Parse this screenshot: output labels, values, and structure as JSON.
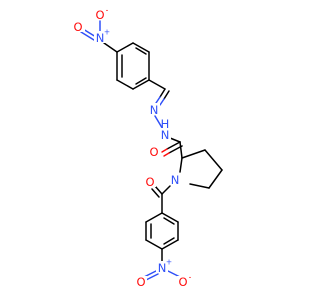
{
  "molecule": {
    "atom_labels": {
      "nitro_top_o_left": "O",
      "nitro_top_n": "N",
      "nitro_top_o_right": "O",
      "hydrazone_n1": "N",
      "hydrazone_n2": "N",
      "hydrazide_h": "H",
      "amide_o": "O",
      "ring_n": "N",
      "benzoyl_o": "O",
      "nitro_bottom_n": "N",
      "nitro_bottom_o_left": "O",
      "nitro_bottom_o_right": "O"
    },
    "charges": {
      "nitro_top_o_minus": "-",
      "nitro_top_n_plus": "+",
      "nitro_bottom_n_plus": "+",
      "nitro_bottom_o_minus": "-"
    },
    "colors": {
      "carbon": "#000000",
      "nitrogen": "#3050F8",
      "oxygen": "#FF0D0D",
      "background": "#ffffff"
    }
  }
}
